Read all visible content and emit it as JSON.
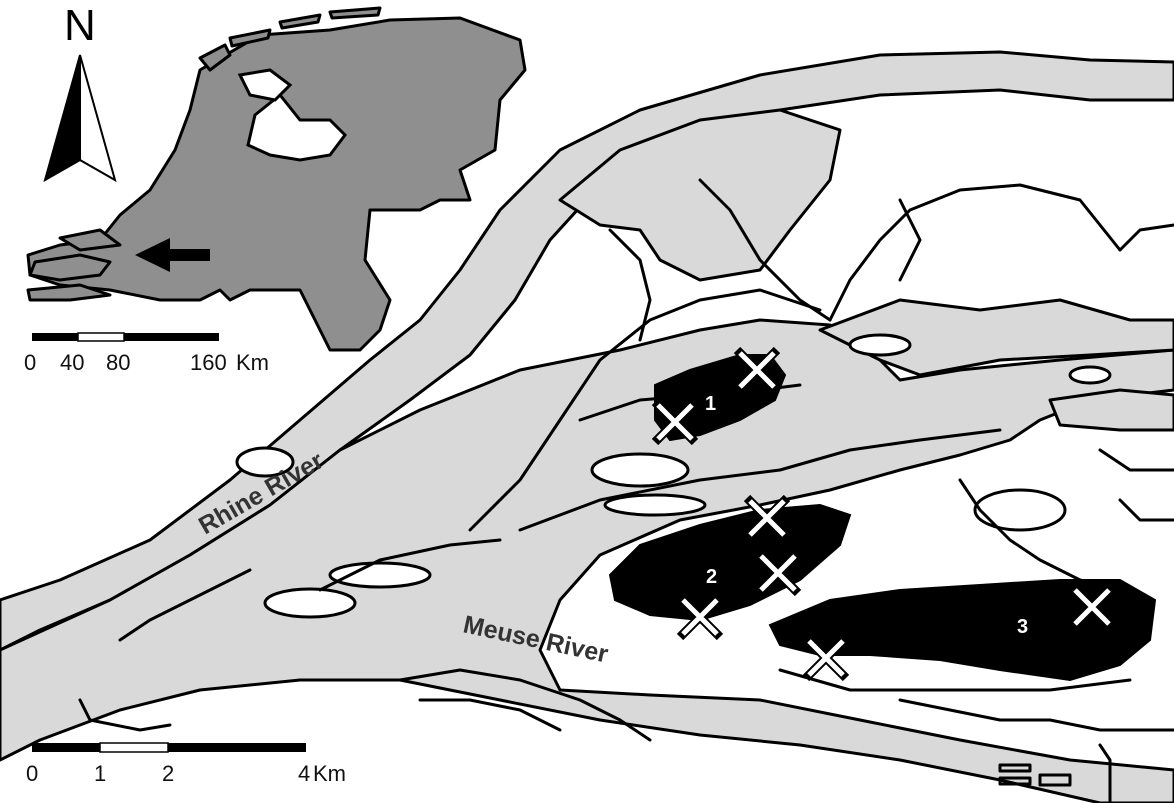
{
  "map": {
    "rivers": {
      "rhine": "Rhine River",
      "meuse": "Meuse River"
    },
    "lakes": [
      "1",
      "2",
      "3"
    ],
    "north_label": "N",
    "inset_scale": {
      "ticks": [
        "0",
        "40",
        "80",
        "160"
      ],
      "unit": "Km"
    },
    "main_scale": {
      "ticks": [
        "0",
        "1",
        "2",
        "4"
      ],
      "unit": "Km"
    },
    "markers": {
      "lake1": 2,
      "lake2": 3,
      "lake3": 2
    },
    "colors": {
      "water": "#d9d9d9",
      "netherlands": "#8f8f8f",
      "lake": "#000000",
      "land": "#ffffff"
    }
  }
}
